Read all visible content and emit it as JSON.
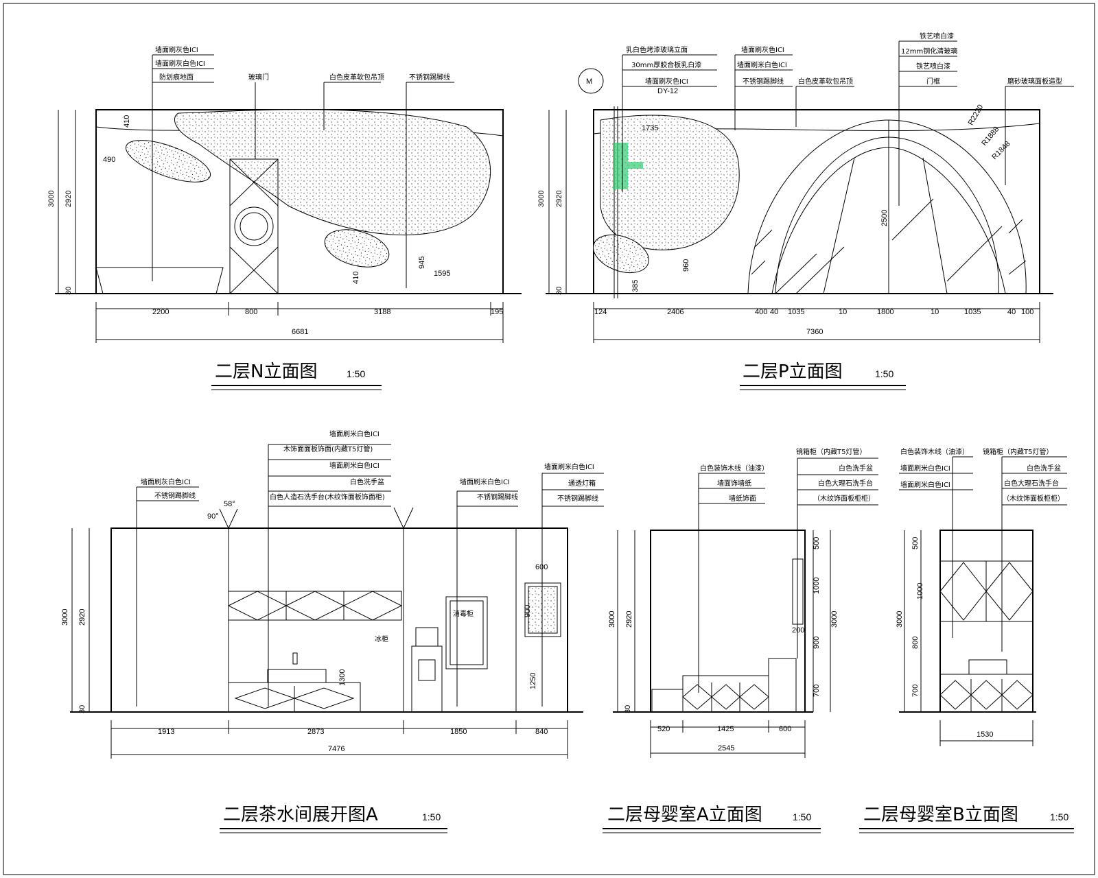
{
  "drawings": [
    {
      "title": "二层N立面图",
      "scale": "1:50",
      "heights": [
        "3000",
        "2920",
        "30"
      ],
      "dims": [
        "2200",
        "800",
        "3188",
        "195",
        "6681",
        "410",
        "490",
        "410",
        "945",
        "1595"
      ],
      "notes": [
        "墙面刷灰色ICI",
        "墙面刷灰白色ICI",
        "防划痕地面",
        "玻璃门",
        "白色皮革软包吊顶",
        "不锈钢踢脚线"
      ]
    },
    {
      "title": "二层P立面图",
      "scale": "1:50",
      "heights": [
        "3000",
        "2920",
        "30"
      ],
      "dims": [
        "124",
        "2406",
        "400",
        "40",
        "1035",
        "10",
        "1800",
        "10",
        "1035",
        "40",
        "100",
        "7360",
        "1735",
        "960",
        "385",
        "2500",
        "R2220",
        "R1888",
        "R1848"
      ],
      "notes": [
        "乳白色烤漆玻璃立面",
        "30mm厚胶合板乳白漆",
        "墙面刷灰色ICI",
        "墙面刷灰色ICI",
        "墙面刷米白色ICI",
        "不锈钢踢脚线",
        "白色皮革软包吊顶",
        "铁艺喷白漆",
        "12mm钢化清玻璃",
        "铁艺喷白漆",
        "门框",
        "磨砂玻璃面板造型",
        "DY-12"
      ]
    },
    {
      "title": "二层茶水间展开图A",
      "scale": "1:50",
      "heights": [
        "3000",
        "2920",
        "30"
      ],
      "dims": [
        "1913",
        "2873",
        "1850",
        "840",
        "7476",
        "1300",
        "1250",
        "600",
        "900",
        "90°",
        "58°"
      ],
      "notes": [
        "墙面刷灰白色ICI",
        "不锈钢踢脚线",
        "墙面刷米白色ICI",
        "木饰面面板饰面(内藏T5灯管)",
        "墙面刷米白色ICI",
        "白色洗手盆",
        "白色人造石洗手台(木纹饰面板饰面柜)",
        "墙面刷米白色ICI",
        "不锈钢踢脚线",
        "墙面刷米白色ICI",
        "通透灯箱",
        "不锈钢踢脚线"
      ],
      "labels": [
        "消毒柜",
        "冰柜"
      ]
    },
    {
      "title": "二层母婴室A立面图",
      "scale": "1:50",
      "heights": [
        "3000",
        "2920",
        "30",
        "500",
        "1000",
        "200",
        "900",
        "700",
        "3000"
      ],
      "dims": [
        "520",
        "1425",
        "600",
        "2545"
      ],
      "notes": [
        "白色装饰木线（油漆）",
        "墙面饰墙纸",
        "墙纸饰面",
        "镜箱柜（内藏T5灯管）",
        "白色洗手盆",
        "白色大理石洗手台",
        "（木纹饰面板柜柜）"
      ]
    },
    {
      "title": "二层母婴室B立面图",
      "scale": "1:50",
      "heights": [
        "3000",
        "500",
        "1000",
        "800",
        "700"
      ],
      "dims": [
        "1530"
      ],
      "notes": [
        "白色装饰木线（油漆）",
        "墙面刷米白色ICI",
        "墙面刷米白色ICI",
        "镜箱柜（内藏T5灯管）",
        "白色洗手盆",
        "白色大理石洗手台",
        "（木纹饰面板柜柜）"
      ]
    }
  ]
}
